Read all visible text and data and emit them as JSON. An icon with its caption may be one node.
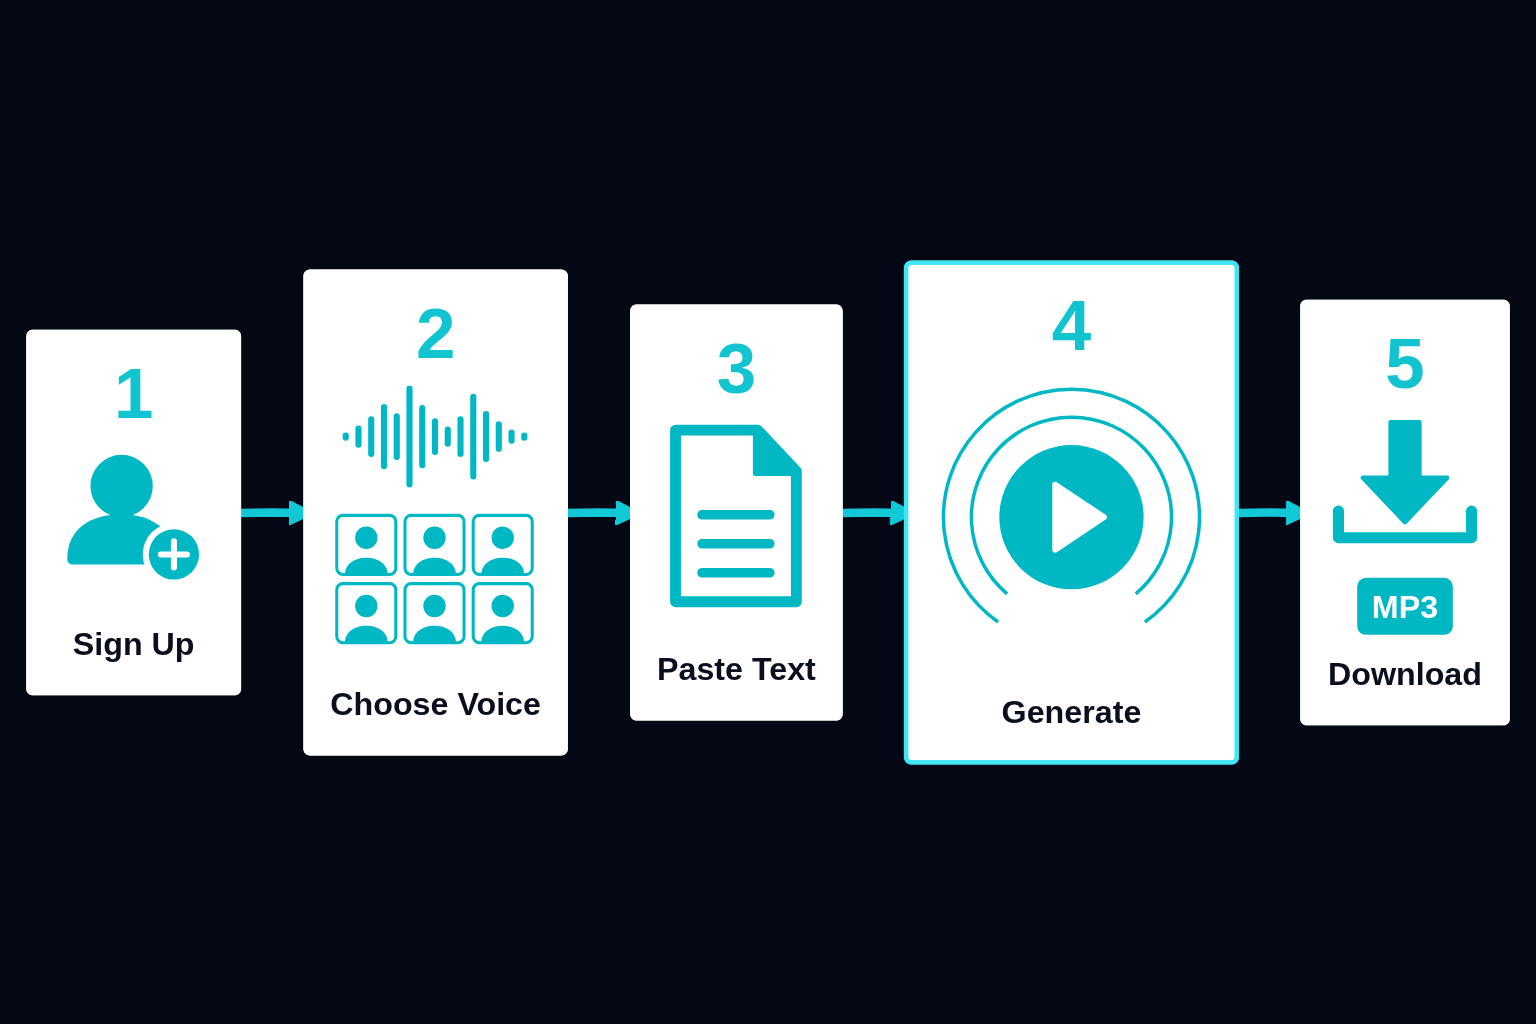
{
  "diagram": {
    "nodes": [
      {
        "text": [
          "1",
          "Sign Up"
        ]
      },
      {
        "text": [
          "2",
          "Choose Voice"
        ]
      },
      {
        "text": [
          "3",
          "Paste Text"
        ]
      },
      {
        "text": [
          "4",
          "Generate"
        ]
      },
      {
        "text": [
          "5",
          "MP3",
          "Download"
        ]
      }
    ],
    "edges": [
      {
        "from": 0,
        "to": 1,
        "arrow": "to"
      },
      {
        "from": 1,
        "to": 2,
        "arrow": "to"
      },
      {
        "from": 2,
        "to": 3,
        "arrow": "to"
      },
      {
        "from": 3,
        "to": 4,
        "arrow": "to"
      }
    ]
  }
}
